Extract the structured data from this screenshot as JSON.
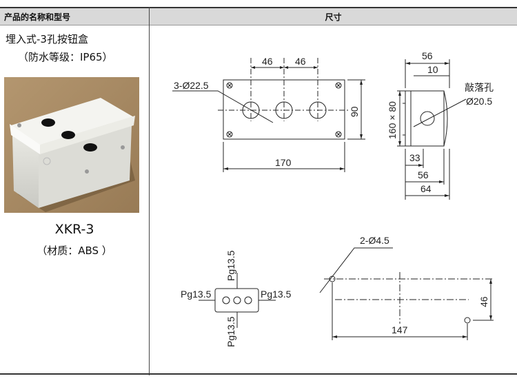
{
  "header": {
    "product_col": "产品的名称和型号",
    "dim_col": "尺寸"
  },
  "product": {
    "name": "埋入式-3孔按钮盒",
    "rating": "（防水等级：IP65）",
    "model": "XKR-3",
    "material": "（材质：ABS ）"
  },
  "front_view": {
    "dim_46a": "46",
    "dim_46b": "46",
    "holes": "3-Ø22.5",
    "height": "90",
    "width": "170"
  },
  "side_view": {
    "dim_56_top": "56",
    "dim_10": "10",
    "knockout_label": "敲落孔",
    "knockout_dia": "Ø20.5",
    "dim_160x80": "160 × 80",
    "dim_33": "33",
    "dim_56_bottom": "56",
    "dim_64": "64"
  },
  "bottom_view": {
    "pg_top": "Pg13.5",
    "pg_left": "Pg13.5",
    "pg_right": "Pg13.5",
    "pg_bottom": "Pg13.5"
  },
  "mount_view": {
    "holes": "2-Ø4.5",
    "height": "46",
    "width": "147"
  }
}
